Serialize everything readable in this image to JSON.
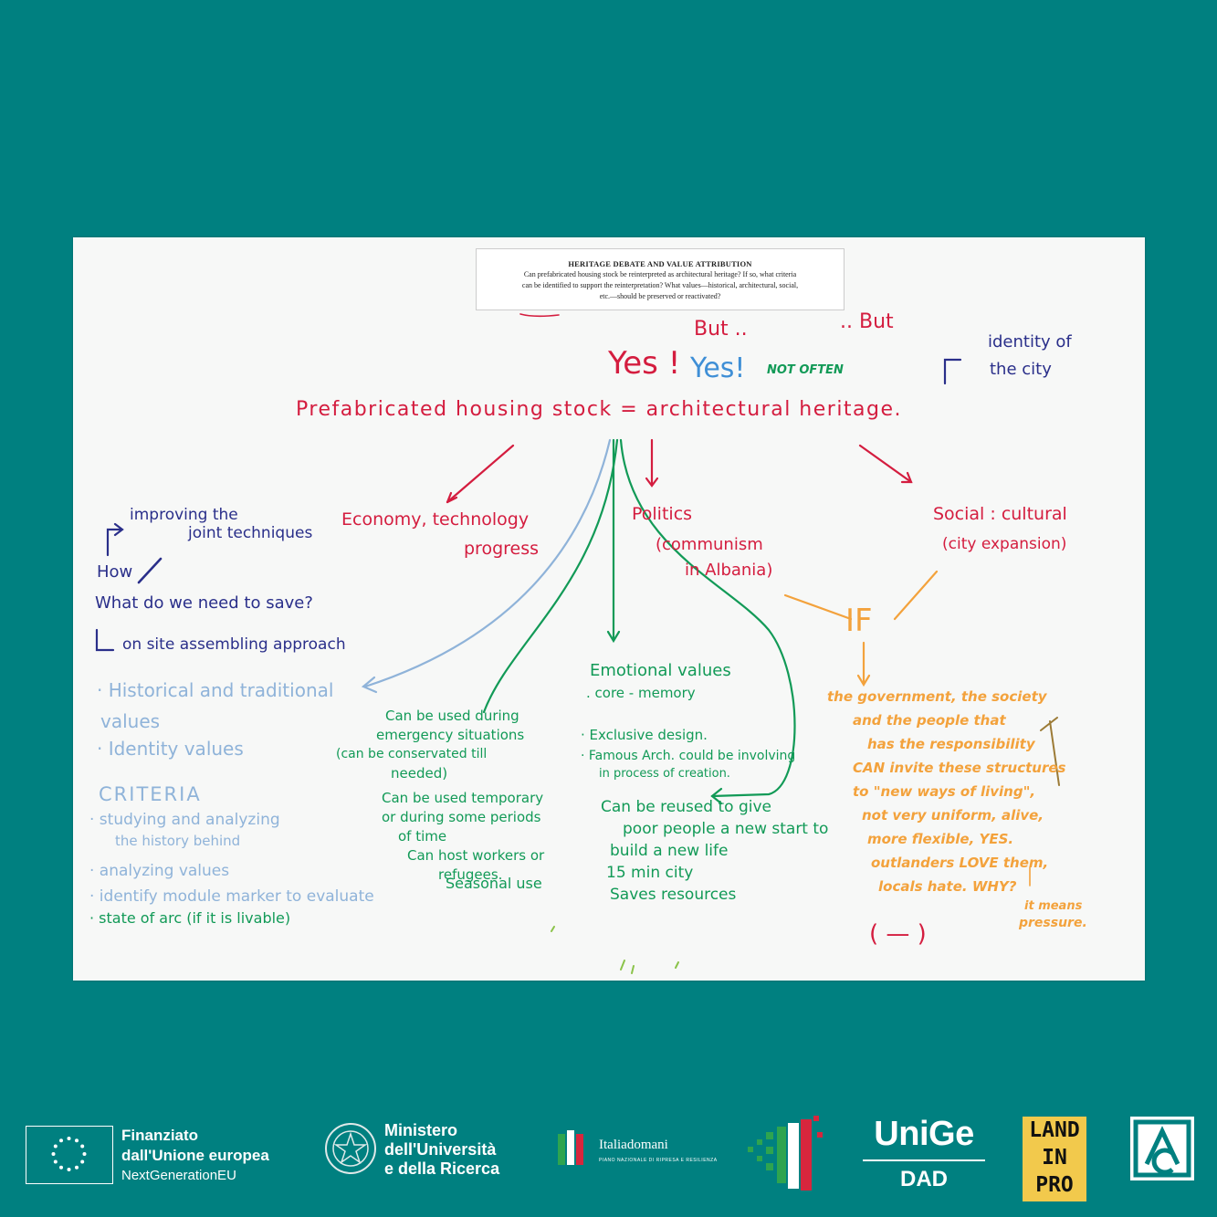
{
  "card": {
    "title": "HERITAGE DEBATE AND VALUE ATTRIBUTION",
    "line1": "Can prefabricated housing stock be reinterpreted as architectural heritage? If so, what criteria",
    "line2": "can be identified to support the reinterpretation? What values—historical, architectural, social,",
    "line3": "etc.—should be preserved or reactivated?"
  },
  "board": {
    "but_left": "But ..",
    "but_right": ".. But",
    "yes_red": "Yes !",
    "yes_blue": "Yes!",
    "not_often": "NOT OFTEN",
    "identity_line1": "identity of",
    "identity_line2": "the city",
    "main_statement": "Prefabricated housing stock = architectural heritage.",
    "economy_line1": "Economy, technology",
    "economy_line2": "progress",
    "politics_line1": "Politics",
    "politics_line2": "(communism",
    "politics_line3": "in Albania)",
    "social_line1": "Social : cultural",
    "social_line2": "(city expansion)",
    "improving_line1": "improving the",
    "improving_line2": "joint techniques",
    "how": "How",
    "save_question": "What do we need to save?",
    "onsite": "on site assembling approach",
    "historical_line1": "· Historical and traditional",
    "historical_line2": "values",
    "identity_values": "· Identity values",
    "criteria": "CRITERIA",
    "crit1_line1": "· studying and analyzing",
    "crit1_line2": "the history behind",
    "crit2": "· analyzing values",
    "crit3": "· identify module marker to evaluate",
    "crit4": "· state of arc (if it is livable)",
    "seasonal": "Seasonal use",
    "green_left": [
      "Can be used during",
      "emergency situations",
      "(can be conservated till",
      "needed)",
      "Can be used temporary",
      "or during some periods",
      "of time",
      "Can host workers or",
      "refugees."
    ],
    "emotional_line1": "Emotional values",
    "emotional_line2": ". core - memory",
    "exclusive": "· Exclusive design.",
    "famous_line1": "· Famous Arch. could be involving",
    "famous_line2": "in process of creation.",
    "reuse": [
      "Can be reused to give",
      "poor people a new start to",
      "build a new life",
      "15 min city",
      "Saves resources"
    ],
    "if_label": "IF",
    "orange_lines": [
      "the government, the society",
      "and the people that",
      "has the responsibility",
      "CAN invite these structures",
      "to \"new ways of living\",",
      "not very uniform, alive,",
      "more flexible, YES.",
      "outlanders LOVE them,",
      "locals hate. WHY?",
      "it means",
      "pressure."
    ],
    "minus": "( — )"
  },
  "footer": {
    "eu_line1": "Finanziato",
    "eu_line2": "dall'Unione europea",
    "eu_line3": "NextGenerationEU",
    "mur_line1": "Ministero",
    "mur_line2": "dell'Università",
    "mur_line3": "e della Ricerca",
    "italia_name": "Italiadomani",
    "italia_sub": "PIANO NAZIONALE DI RIPRESA E RESILIENZA",
    "unige": "UniGe",
    "dad": "DAD",
    "land1": "LAND",
    "land2": "IN",
    "land3": "PRO"
  },
  "colors": {
    "background": "#008080",
    "red": "#d41d3f",
    "green": "#129a57",
    "orange": "#f3a23c",
    "navy": "#2a2f8a",
    "light_blue": "#8fb3d9"
  }
}
